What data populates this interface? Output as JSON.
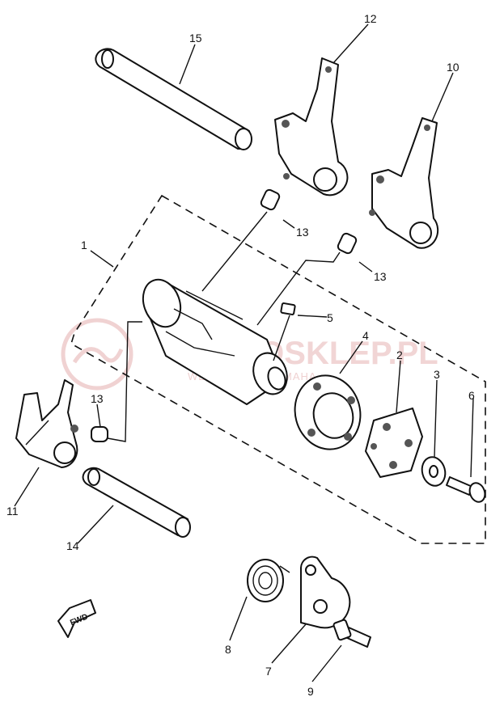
{
  "watermark": {
    "brand": "MOTOSKLEP.PL",
    "tagline": "WEB DEALER YAMAHA"
  },
  "direction_badge": "FWD",
  "callouts": [
    "1",
    "2",
    "3",
    "4",
    "5",
    "6",
    "7",
    "8",
    "9",
    "10",
    "11",
    "12",
    "13",
    "13",
    "13",
    "14",
    "15"
  ],
  "colors": {
    "ink": "#111111",
    "watermark": "#e6b4b4"
  }
}
